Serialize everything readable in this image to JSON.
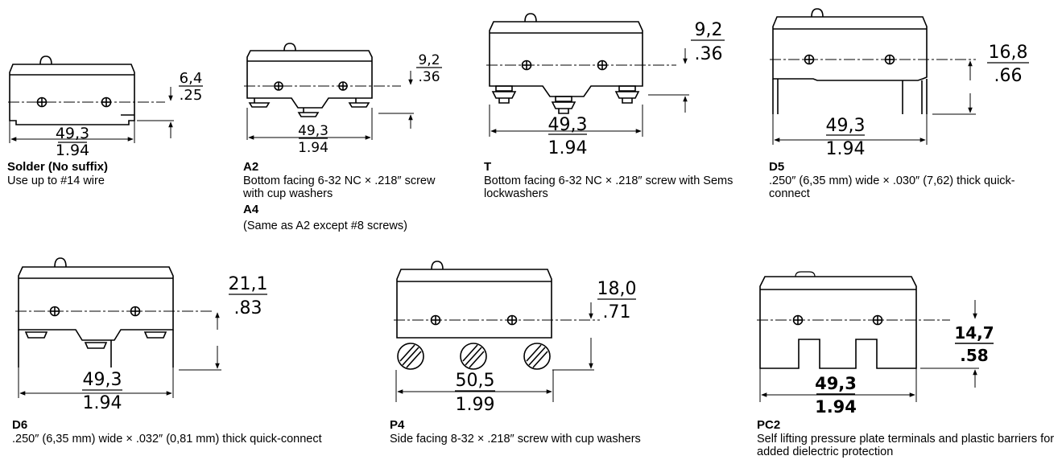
{
  "terminals": [
    {
      "code": "Solder (No suffix)",
      "description": "Use up to #14 wire",
      "dim_height_mm": "6,4",
      "dim_height_in": ".25",
      "dim_width_mm": "49,3",
      "dim_width_in": "1.94"
    },
    {
      "code": "A2",
      "description": "Bottom facing 6-32 NC × .218″ screw with cup washers",
      "dim_height_mm": "9,2",
      "dim_height_in": ".36",
      "dim_width_mm": "49,3",
      "dim_width_in": "1.94",
      "extra_code": "A4",
      "extra_description": "(Same as A2 except #8 screws)"
    },
    {
      "code": "T",
      "description": "Bottom facing 6-32 NC × .218″ screw with Sems lockwashers",
      "dim_height_mm": "9,2",
      "dim_height_in": ".36",
      "dim_width_mm": "49,3",
      "dim_width_in": "1.94"
    },
    {
      "code": "D5",
      "description": ".250″ (6,35 mm) wide × .030″ (7,62) thick quick-connect",
      "dim_height_mm": "16,8",
      "dim_height_in": ".66",
      "dim_width_mm": "49,3",
      "dim_width_in": "1.94"
    },
    {
      "code": "D6",
      "description": ".250″ (6,35 mm) wide × .032″ (0,81 mm) thick quick-connect",
      "dim_height_mm": "21,1",
      "dim_height_in": ".83",
      "dim_width_mm": "49,3",
      "dim_width_in": "1.94"
    },
    {
      "code": "P4",
      "description": "Side facing 8-32 × .218″ screw with cup washers",
      "dim_height_mm": "18,0",
      "dim_height_in": ".71",
      "dim_width_mm": "50,5",
      "dim_width_in": "1.99"
    },
    {
      "code": "PC2",
      "description": "Self lifting pressure plate terminals and plastic barriers for added dielectric protection",
      "dim_height_mm": "14,7",
      "dim_height_in": ".58",
      "dim_width_mm": "49,3",
      "dim_width_in": "1.94"
    }
  ]
}
